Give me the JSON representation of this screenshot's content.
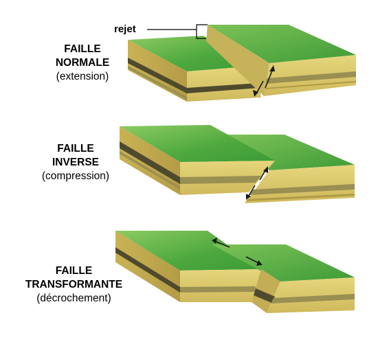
{
  "faults": [
    {
      "title_line1": "FAILLE",
      "title_line2": "NORMALE",
      "subtitle": "(extension)"
    },
    {
      "title_line1": "FAILLE",
      "title_line2": "INVERSE",
      "subtitle": "(compression)"
    },
    {
      "title_line1": "FAILLE",
      "title_line2": "TRANSFORMANTE",
      "subtitle": "(décrochement)"
    }
  ],
  "rejet_label": "rejet",
  "colors": {
    "top_green": "#4aa83c",
    "top_green_light": "#7cc35a",
    "side_tan": "#d8c56a",
    "side_dark": "#b09a45",
    "layer_dark": "#4f4a2e",
    "layer_mid": "#9a8f52",
    "arrow": "#1a1a1a"
  }
}
